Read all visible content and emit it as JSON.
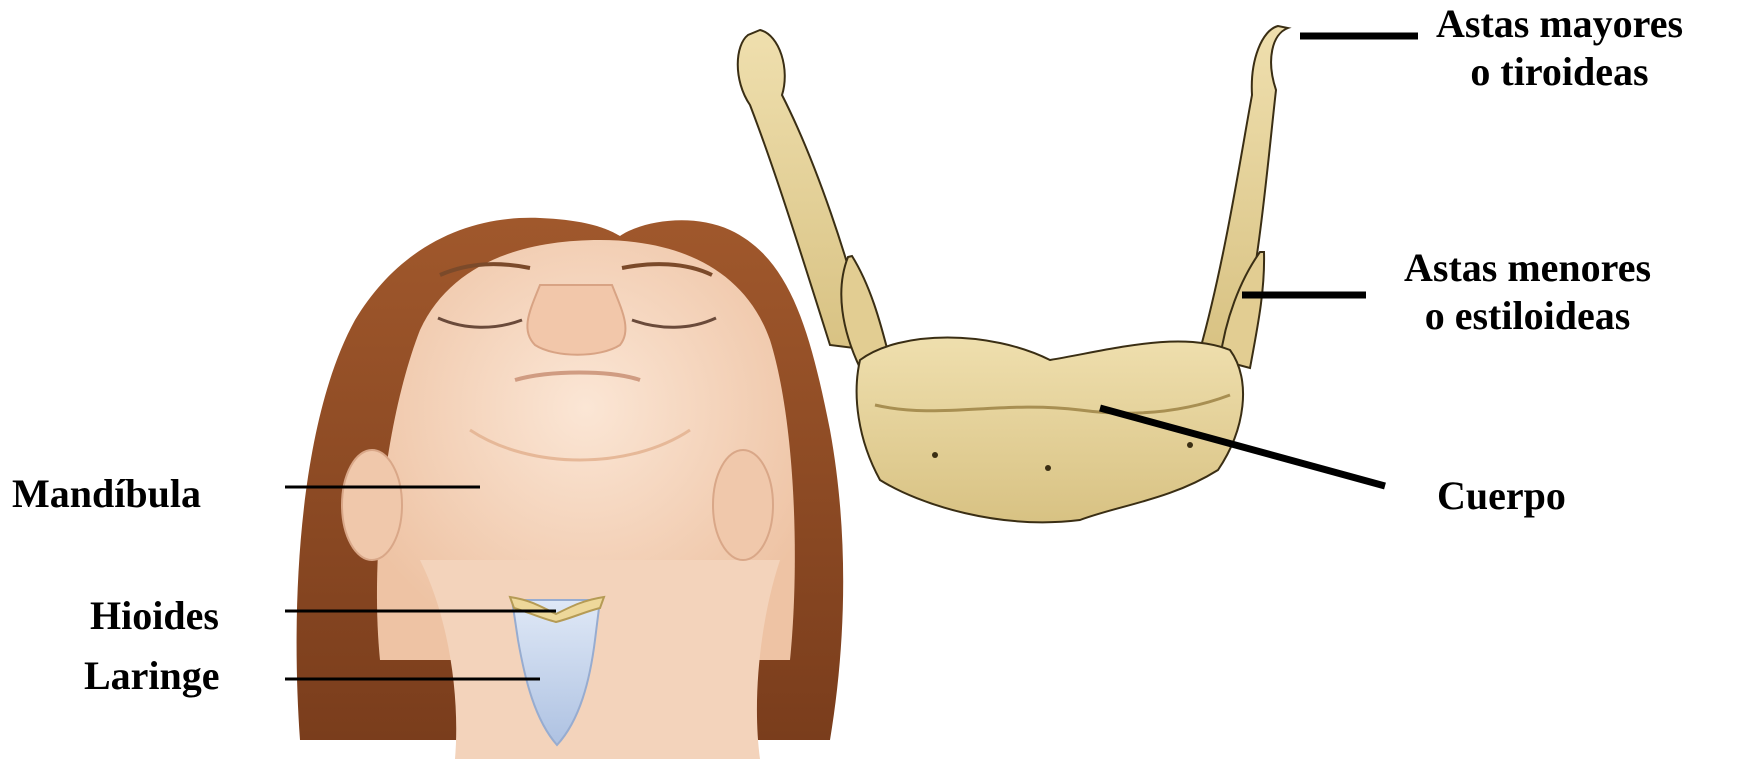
{
  "labels": {
    "mandibula": "Mandíbula",
    "hioides": "Hioides",
    "laringe": "Laringe",
    "astas_mayores_line1": "Astas mayores",
    "astas_mayores_line2": "o tiroideas",
    "astas_menores_line1": "Astas menores",
    "astas_menores_line2": "o estiloideas",
    "cuerpo": "Cuerpo"
  },
  "colors": {
    "hair": "#8a4a25",
    "skin": "#f6dcc6",
    "bone": "#e6d29a",
    "bone_outline": "#3a2e14",
    "larynx": "#c9d8ee",
    "leader": "#000000"
  }
}
